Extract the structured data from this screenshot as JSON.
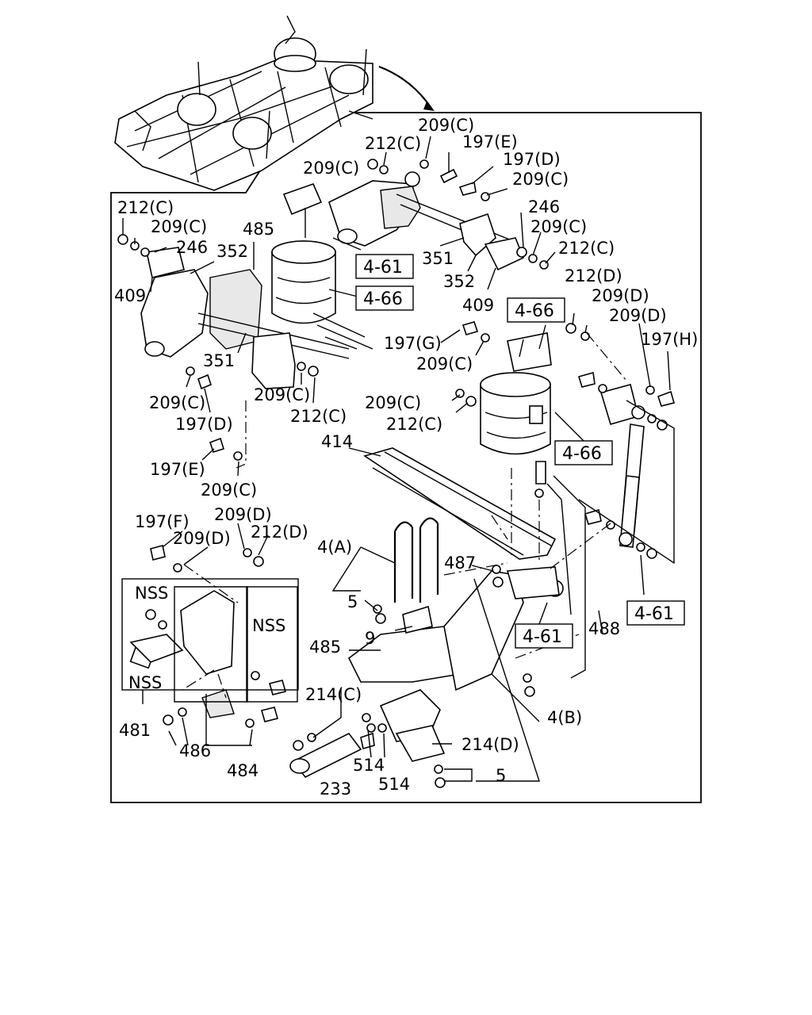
{
  "labels": {
    "l209c_top": "209(C)",
    "l212c_top": "212(C)",
    "l197e_top": "197(E)",
    "l197d_top": "197(D)",
    "l209c_top2": "209(C)",
    "l209c_top3": "209(C)",
    "l246_r": "246",
    "l209c_r": "209(C)",
    "l212c_r": "212(C)",
    "l351_r": "351",
    "l352_r": "352",
    "l409_r": "409",
    "l212c_left": "212(C)",
    "l209c_left": "209(C)",
    "l246_left": "246",
    "l352_left": "352",
    "l485_top": "485",
    "l409_left": "409",
    "l351_left": "351",
    "l209c_m1": "209(C)",
    "l197d_m": "197(D)",
    "l209c_m2": "209(C)",
    "l212c_m": "212(C)",
    "l197e_m": "197(E)",
    "l209c_m3": "209(C)",
    "l212d_r": "212(D)",
    "l209d_r": "209(D)",
    "l209d_r2": "209(D)",
    "l197h": "197(H)",
    "l197g": "197(G)",
    "l209c_g": "209(C)",
    "l209c_mid": "209(C)",
    "l212c_mid": "212(C)",
    "l414": "414",
    "l197f": "197(F)",
    "l209d_f": "209(D)",
    "l209d_f2": "209(D)",
    "l212d_f": "212(D)",
    "l4a": "4(A)",
    "l5_a": "5",
    "l487": "487",
    "l9": "9",
    "l485_b": "485",
    "l488": "488",
    "lnss1": "NSS",
    "lnss2": "NSS",
    "lnss3": "NSS",
    "l481": "481",
    "l214c": "214(C)",
    "l4b": "4(B)",
    "l514a": "514",
    "l514b": "514",
    "l214d": "214(D)",
    "l486": "486",
    "l484": "484",
    "l233": "233",
    "l5_b": "5"
  },
  "refboxes": {
    "ref_461_a": "4-61",
    "ref_466_a": "4-66",
    "ref_466_b": "4-66",
    "ref_466_c": "4-66",
    "ref_461_b": "4-61",
    "ref_461_c": "4-61"
  }
}
